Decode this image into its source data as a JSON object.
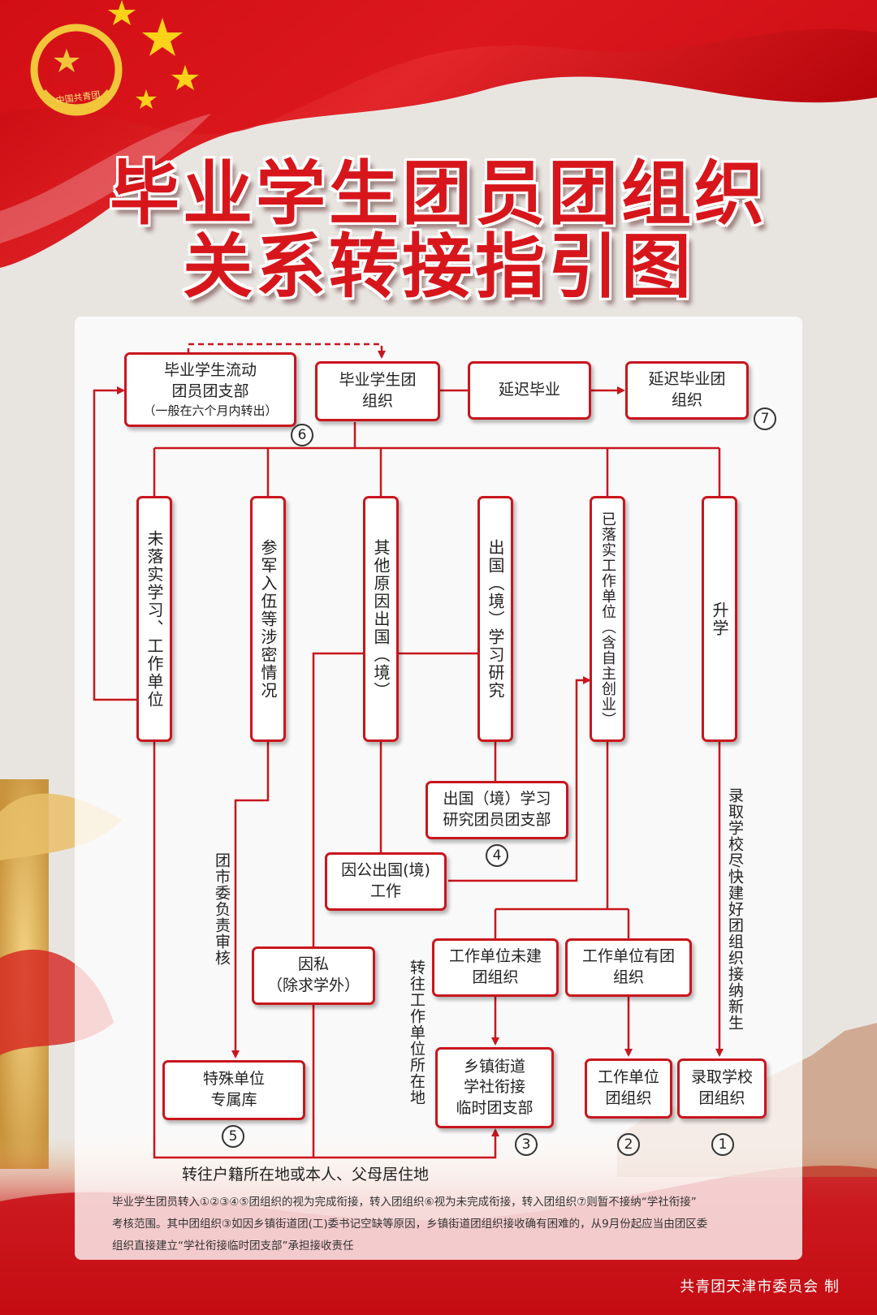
{
  "emblem": {
    "text": "中国共青团"
  },
  "title": {
    "line1": "毕业学生团员团组织",
    "line2": "关系转接指引图"
  },
  "nodes": {
    "liudong": {
      "line1": "毕业学生流动",
      "line2": "团员团支部",
      "line3": "（一般在六个月内转出）"
    },
    "tuan": {
      "line1": "毕业学生团",
      "line2": "组织"
    },
    "yanchi": {
      "line1": "延迟毕业"
    },
    "yanchituan": {
      "line1": "延迟毕业团",
      "line2": "组织"
    },
    "weiluoshi": {
      "text": "未落实学习、工作单位"
    },
    "canjun": {
      "text": "参军入伍等涉密情况"
    },
    "qita": {
      "text": "其他原因出国（境）"
    },
    "chuguo": {
      "text": "出国（境）学习研究"
    },
    "yiluoshi": {
      "text": "已落实工作单位（含自主创业）"
    },
    "shengxue": {
      "text": "升学"
    },
    "chuguozhibu": {
      "line1": "出国（境）学习",
      "line2": "研究团员团支部"
    },
    "yingong": {
      "line1": "因公出国(境)",
      "line2": "工作"
    },
    "weijian": {
      "line1": "工作单位未建",
      "line2": "团组织"
    },
    "youtuan": {
      "line1": "工作单位有团",
      "line2": "组织"
    },
    "yinsi": {
      "line1": "因私",
      "line2": "（除求学外）"
    },
    "teshu": {
      "line1": "特殊单位",
      "line2": "专属库"
    },
    "xiangzhen": {
      "line1": "乡镇街道",
      "line2": "学社衔接",
      "line3": "临时团支部"
    },
    "danweituan": {
      "line1": "工作单位",
      "line2": "团组织"
    },
    "luqu": {
      "line1": "录取学校",
      "line2": "团组织"
    }
  },
  "labels": {
    "tuanshiwei": "团市委负责审核",
    "zhuanwang": "转往工作单位所在地",
    "luqujianshe": "录取学校尽快建好团组织接纳新生",
    "huji": "转往户籍所在地或本人、父母居住地"
  },
  "numbers": {
    "n1": "1",
    "n2": "2",
    "n3": "3",
    "n4": "4",
    "n5": "5",
    "n6": "6",
    "n7": "7"
  },
  "note": {
    "line1": "毕业学生团员转入①②③④⑤团组织的视为完成衔接，转入团组织⑥视为未完成衔接，转入团组织⑦则暂不接纳“学社衔接”",
    "line2": "考核范围。其中团组织③如因乡镇街道团(工)委书记空缺等原因，乡镇街道团组织接收确有困难的，从9月份起应当由团区委",
    "line3": "组织直接建立“学社衔接临时团支部”承担接收责任"
  },
  "footer": "共青团天津市委员会   制",
  "colors": {
    "accent": "#c8161d",
    "title": "#d7161c"
  }
}
